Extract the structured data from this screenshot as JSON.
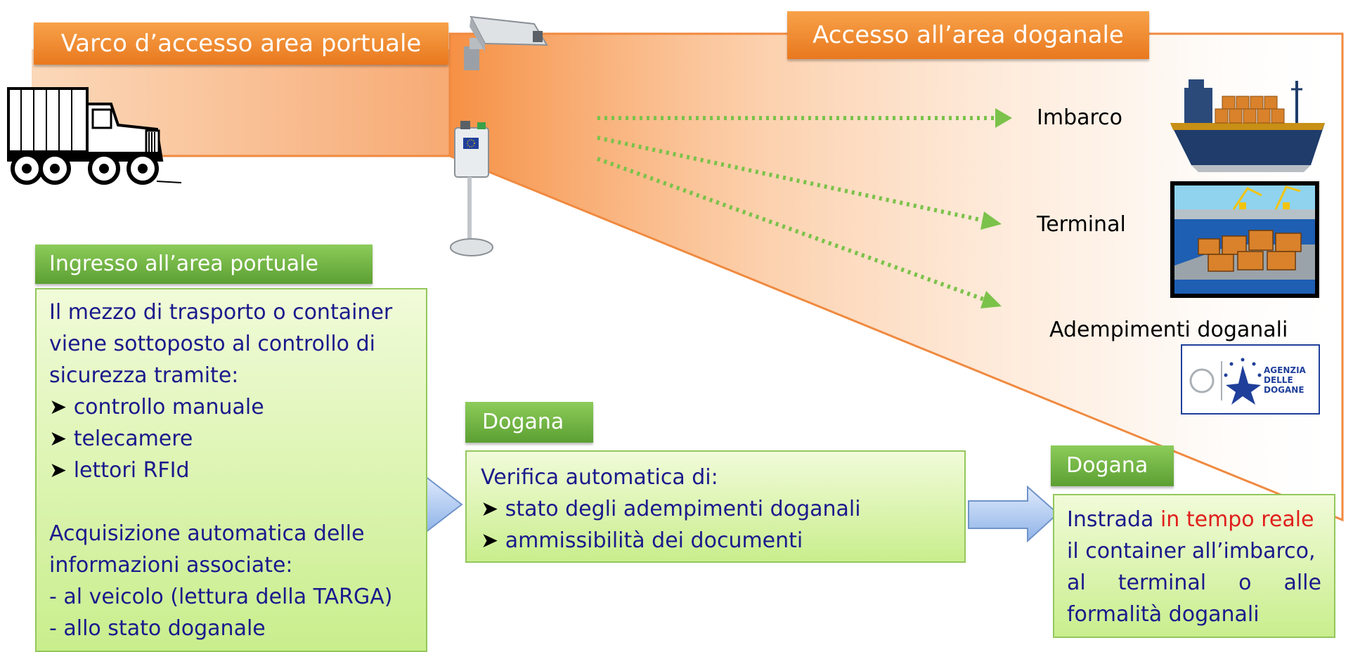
{
  "header": {
    "gate_label": "Varco d’accesso area portuale",
    "customs_area_label": "Accesso all’area doganale"
  },
  "destinations": {
    "boarding": "Imbarco",
    "terminal": "Terminal",
    "customs": "Adempimenti doganali"
  },
  "logo": {
    "line1": "AGENZIA",
    "line2": "DELLE",
    "line3": "DOGANE"
  },
  "entry": {
    "title": "Ingresso all’area portuale",
    "intro_lines": [
      "Il mezzo di trasporto o container",
      "viene sottoposto al controllo di",
      "sicurezza tramite:"
    ],
    "checks": [
      "controllo manuale",
      "telecamere",
      "lettori RFId"
    ],
    "acq_lines": [
      "Acquisizione automatica delle",
      "informazioni associate:"
    ],
    "acq_items": [
      "- al veicolo (lettura della TARGA)",
      "- allo stato doganale"
    ]
  },
  "customs_check": {
    "title": "Dogana",
    "intro": "Verifica automatica di:",
    "items": [
      "stato degli adempimenti doganali",
      "ammissibilità dei documenti"
    ]
  },
  "customs_route": {
    "title": "Dogana",
    "text_start": "Instrada ",
    "text_highlight": "in tempo reale",
    "line2": "il container all’imbarco,",
    "line3_words": [
      "al",
      "terminal",
      "o",
      "alle"
    ],
    "line4": "formalità doganali"
  },
  "colors": {
    "orange_label": "#ee8227",
    "green_label": "#6fb23f",
    "text_blue": "#1a1a8c",
    "highlight_red": "#e0201c",
    "arrow_green": "#7bc24a",
    "arrow_blue": "#a9c6ee"
  },
  "icons": [
    "truck-icon",
    "security-camera-icon",
    "rfid-reader-icon",
    "cargo-ship-icon",
    "port-terminal-icon",
    "customs-agency-logo"
  ]
}
